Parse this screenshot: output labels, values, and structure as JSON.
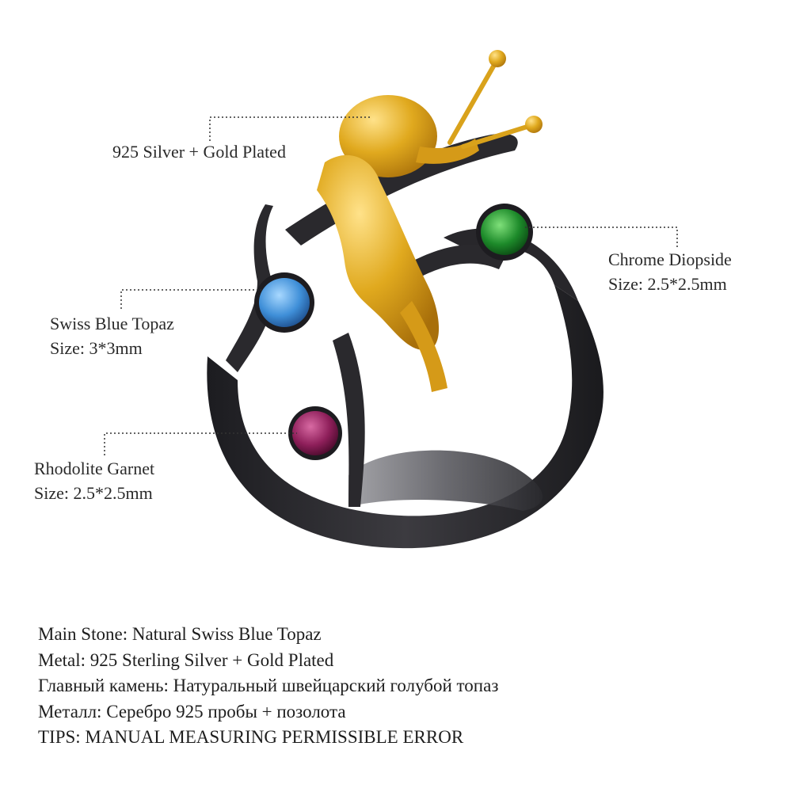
{
  "callouts": {
    "metal": {
      "line1": "925 Silver + Gold Plated"
    },
    "chrome": {
      "line1": "Chrome Diopside",
      "line2": "Size: 2.5*2.5mm"
    },
    "topaz": {
      "line1": "Swiss Blue Topaz",
      "line2": "Size: 3*3mm"
    },
    "garnet": {
      "line1": "Rhodolite Garnet",
      "line2": "Size: 2.5*2.5mm"
    }
  },
  "specs": [
    "Main Stone: Natural Swiss Blue Topaz",
    "Metal: 925 Sterling Silver + Gold Plated",
    "Главный камень: Натуральный швейцарский голубой топаз",
    "Металл: Серебро 925 пробы + позолота",
    "TIPS: MANUAL MEASURING PERMISSIBLE ERROR"
  ],
  "colors": {
    "band": "#2b2a2e",
    "gold": "#e0a91e",
    "topaz": "#3f8fd8",
    "diopside": "#1d8a2a",
    "garnet": "#8e1f5a",
    "leader": "#333333"
  }
}
